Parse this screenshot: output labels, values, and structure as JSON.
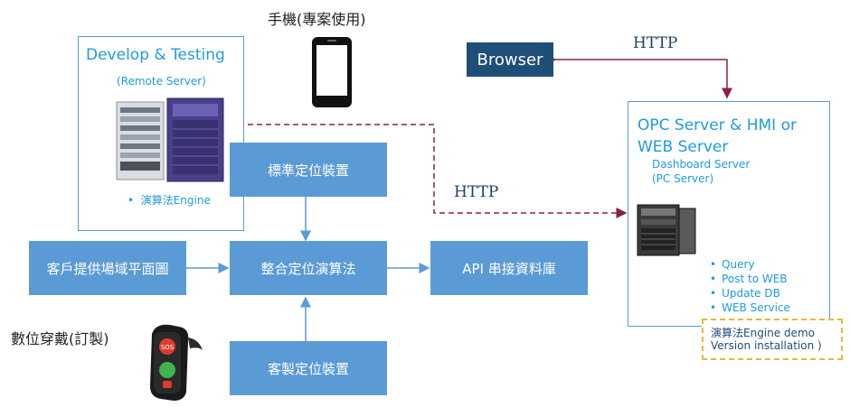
{
  "phone_label": "手機(專案使用)",
  "wearable_label": "數位穿戴(訂製)",
  "dev_panel": {
    "title": "Develop & Testing",
    "subtitle": "(Remote Server)",
    "bullet": "演算法Engine"
  },
  "browser_label": "Browser",
  "http_top": "HTTP",
  "http_mid": "HTTP",
  "opc_panel": {
    "title_line1": "OPC Server & HMI or",
    "title_line2": "WEB Server",
    "sub_line1": "Dashboard Server",
    "sub_line2": "(PC Server)",
    "bullets": [
      "Query",
      "Post to WEB",
      "Update DB",
      "WEB Service"
    ]
  },
  "demo_note": {
    "line1": "演算法Engine demo",
    "line2": "Version installation )"
  },
  "boxes": {
    "standard": "標準定位裝置",
    "client": "客戶提供場域平面圖",
    "integrate": "整合定位演算法",
    "api": "API 串接資料庫",
    "custom": "客製定位裝置"
  },
  "watch_labels": {
    "sos": "SOS"
  },
  "colors": {
    "box_blue": "#5b9bd5",
    "text_blue": "#1f9bde",
    "browser_bg": "#1f4e79",
    "dashed_arrow": "#8b2146",
    "demo_border": "#f0b43c"
  }
}
